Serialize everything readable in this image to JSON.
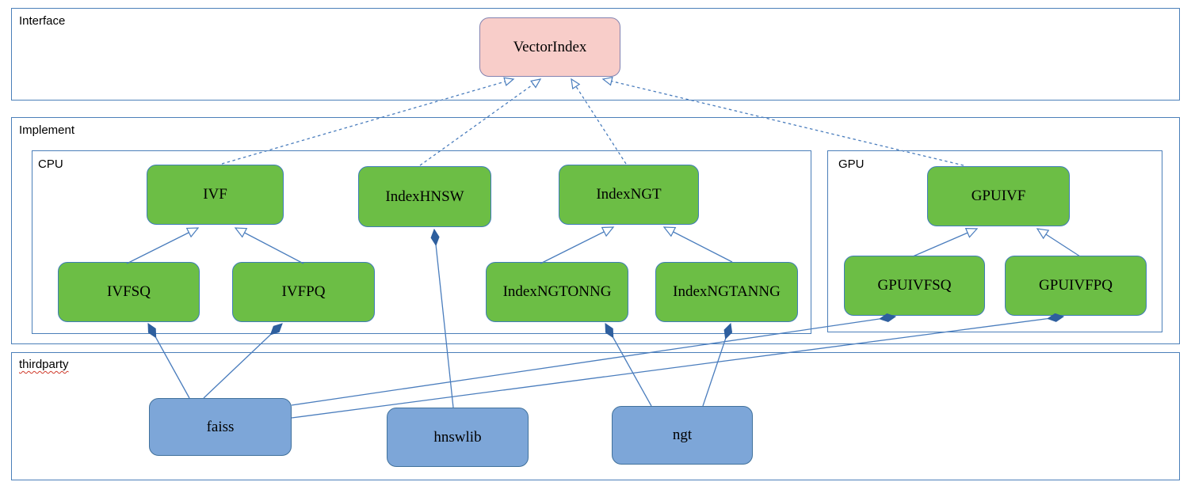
{
  "diagram": {
    "containers": {
      "interface": {
        "label": "Interface",
        "nodes": [
          "VectorIndex"
        ]
      },
      "implement": {
        "label": "Implement",
        "groups": [
          "CPU",
          "GPU"
        ]
      },
      "cpu": {
        "label": "CPU",
        "nodes": [
          "IVF",
          "IndexHNSW",
          "IndexNGT",
          "IVFSQ",
          "IVFPQ",
          "IndexNGTONNG",
          "IndexNGTANNG"
        ]
      },
      "gpu": {
        "label": "GPU",
        "nodes": [
          "GPUIVF",
          "GPUIVFSQ",
          "GPUIVFPQ"
        ]
      },
      "thirdparty": {
        "label": "thirdparty",
        "nodes": [
          "faiss",
          "hnswlib",
          "ngt"
        ]
      }
    },
    "nodes": {
      "vectorindex": {
        "label": "VectorIndex",
        "kind": "interface"
      },
      "ivf": {
        "label": "IVF",
        "kind": "class"
      },
      "indexhnsw": {
        "label": "IndexHNSW",
        "kind": "class"
      },
      "indexngt": {
        "label": "IndexNGT",
        "kind": "class"
      },
      "gpuivf": {
        "label": "GPUIVF",
        "kind": "class"
      },
      "ivfsq": {
        "label": "IVFSQ",
        "kind": "class"
      },
      "ivfpq": {
        "label": "IVFPQ",
        "kind": "class"
      },
      "indexngtonng": {
        "label": "IndexNGTONNG",
        "kind": "class"
      },
      "indexngtanng": {
        "label": "IndexNGTANNG",
        "kind": "class"
      },
      "gpuivfsq": {
        "label": "GPUIVFSQ",
        "kind": "class"
      },
      "gpuivfpq": {
        "label": "GPUIVFPQ",
        "kind": "class"
      },
      "faiss": {
        "label": "faiss",
        "kind": "library"
      },
      "hnswlib": {
        "label": "hnswlib",
        "kind": "library"
      },
      "ngt": {
        "label": "ngt",
        "kind": "library"
      }
    },
    "relations": [
      {
        "from": "IVF",
        "to": "VectorIndex",
        "type": "realization-dashed-open-arrow"
      },
      {
        "from": "IndexHNSW",
        "to": "VectorIndex",
        "type": "realization-dashed-open-arrow"
      },
      {
        "from": "IndexNGT",
        "to": "VectorIndex",
        "type": "realization-dashed-open-arrow"
      },
      {
        "from": "GPUIVF",
        "to": "VectorIndex",
        "type": "realization-dashed-open-arrow"
      },
      {
        "from": "IVFSQ",
        "to": "IVF",
        "type": "generalization-hollow-triangle"
      },
      {
        "from": "IVFPQ",
        "to": "IVF",
        "type": "generalization-hollow-triangle"
      },
      {
        "from": "IndexNGTONNG",
        "to": "IndexNGT",
        "type": "generalization-hollow-triangle"
      },
      {
        "from": "IndexNGTANNG",
        "to": "IndexNGT",
        "type": "generalization-hollow-triangle"
      },
      {
        "from": "GPUIVFSQ",
        "to": "GPUIVF",
        "type": "generalization-hollow-triangle"
      },
      {
        "from": "GPUIVFPQ",
        "to": "GPUIVF",
        "type": "generalization-hollow-triangle"
      },
      {
        "from": "faiss",
        "to": "IVFSQ",
        "type": "composition-filled-diamond"
      },
      {
        "from": "faiss",
        "to": "IVFPQ",
        "type": "composition-filled-diamond"
      },
      {
        "from": "faiss",
        "to": "GPUIVFSQ",
        "type": "composition-filled-diamond"
      },
      {
        "from": "faiss",
        "to": "GPUIVFPQ",
        "type": "composition-filled-diamond"
      },
      {
        "from": "hnswlib",
        "to": "IndexHNSW",
        "type": "composition-filled-diamond"
      },
      {
        "from": "ngt",
        "to": "IndexNGTONNG",
        "type": "composition-filled-diamond"
      },
      {
        "from": "ngt",
        "to": "IndexNGTANNG",
        "type": "composition-filled-diamond"
      }
    ],
    "colors": {
      "container_border": "#4b7fb9",
      "class_fill": "#6cbe45",
      "class_border": "#3e7cb8",
      "interface_fill": "#f8cdc9",
      "interface_border": "#8383b0",
      "lib_fill": "#7da6d8",
      "lib_border": "#41719c",
      "connector": "#4a7dbd",
      "diamond": "#2e5f9e",
      "squiggle": "#d03a2b"
    }
  }
}
